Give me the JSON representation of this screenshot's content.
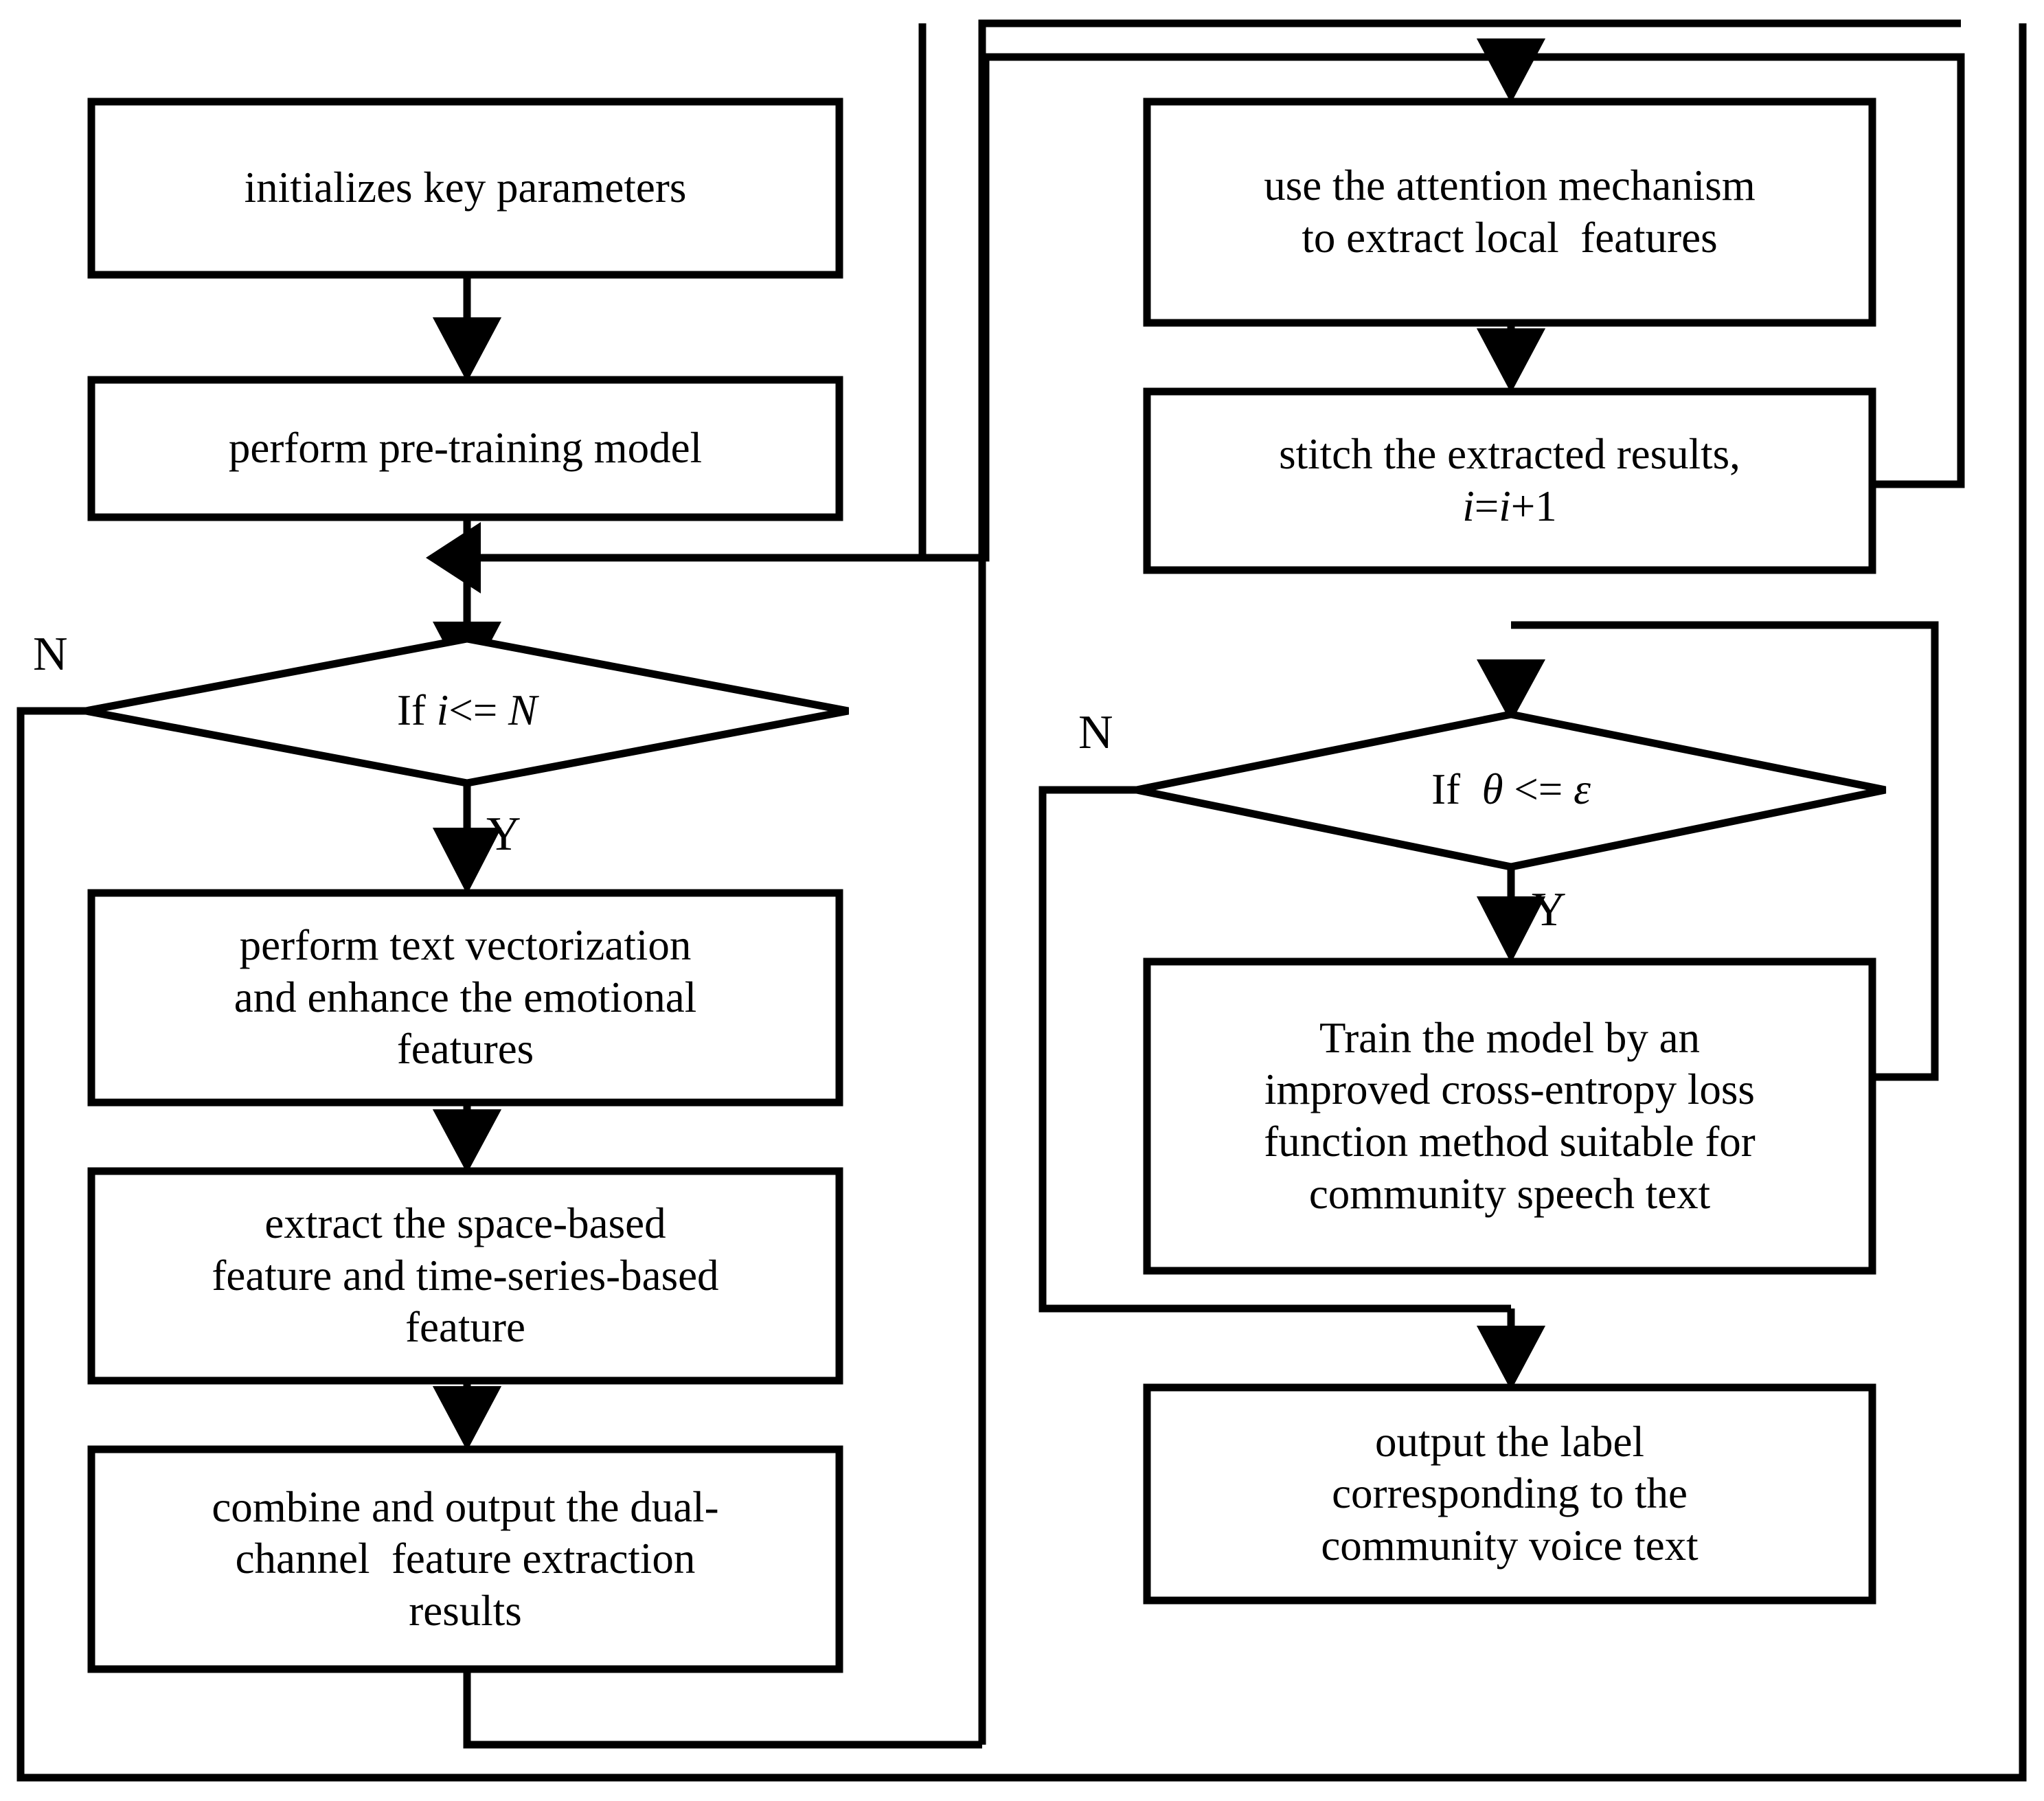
{
  "diagram": {
    "type": "flowchart",
    "title": "",
    "stroke_color": "#000000",
    "background_color": "#ffffff",
    "nodes": [
      {
        "id": "init",
        "shape": "process",
        "label": "initializes key parameters",
        "lines": [
          "initializes key parameters"
        ]
      },
      {
        "id": "pretrain",
        "shape": "process",
        "label": "perform pre-training model",
        "lines": [
          "perform pre-training model"
        ]
      },
      {
        "id": "cond_i",
        "shape": "decision",
        "label": "If i<= N",
        "prefix": "If ",
        "var_a": "i",
        "operator": "<= ",
        "var_b": "N"
      },
      {
        "id": "vectorize",
        "shape": "process",
        "label": "perform text vectorization and enhance the emotional features",
        "lines": [
          "perform text vectorization",
          "and enhance the emotional",
          "features"
        ]
      },
      {
        "id": "extract",
        "shape": "process",
        "label": "extract the space-based feature and time-series-based feature",
        "lines": [
          "extract the space-based",
          "feature and time-series-based",
          "feature"
        ]
      },
      {
        "id": "combine",
        "shape": "process",
        "label": "combine and output the dual-channel  feature extraction results",
        "lines": [
          "combine and output the dual-",
          "channel  feature extraction",
          "results"
        ]
      },
      {
        "id": "attention",
        "shape": "process",
        "label": "use the attention mechanism to extract local features",
        "lines": [
          "use the attention mechanism",
          "to extract local  features"
        ]
      },
      {
        "id": "stitch",
        "shape": "process",
        "label": "stitch the extracted results, i=i+1",
        "lines": [
          "stitch the extracted results,"
        ],
        "line2_italic": "i",
        "line2_rest": "=",
        "line2_italic2": "i",
        "line2_tail": "+1"
      },
      {
        "id": "cond_theta",
        "shape": "decision",
        "label": "If  θ <= ε",
        "prefix": "If  ",
        "var_a": "θ",
        "operator": " <= ",
        "var_b": "ε"
      },
      {
        "id": "train",
        "shape": "process",
        "label": "Train the model by an improved cross-entropy loss function method suitable for community speech text",
        "lines": [
          "Train the model by an",
          "improved cross-entropy loss",
          "function method suitable for",
          "community speech text"
        ]
      },
      {
        "id": "output",
        "shape": "process",
        "label": "output the label corresponding to the community voice text",
        "lines": [
          "output the label",
          "corresponding to the",
          "community voice text"
        ]
      }
    ],
    "branch_labels": [
      {
        "id": "cond_i_no",
        "text": "N"
      },
      {
        "id": "cond_i_yes",
        "text": "Y"
      },
      {
        "id": "cond_theta_no",
        "text": "N"
      },
      {
        "id": "cond_theta_yes",
        "text": "Y"
      }
    ],
    "edges": [
      {
        "from": "init",
        "to": "pretrain",
        "label": ""
      },
      {
        "from": "pretrain",
        "to": "cond_i",
        "label": ""
      },
      {
        "from": "cond_i",
        "to": "vectorize",
        "label": "Y"
      },
      {
        "from": "cond_i",
        "to": "loop_back_bottom",
        "label": "N"
      },
      {
        "from": "vectorize",
        "to": "extract",
        "label": ""
      },
      {
        "from": "extract",
        "to": "combine",
        "label": ""
      },
      {
        "from": "combine",
        "to": "attention",
        "label": ""
      },
      {
        "from": "attention",
        "to": "stitch",
        "label": ""
      },
      {
        "from": "stitch",
        "to": "cond_i",
        "label": ""
      },
      {
        "from": "cond_i_no_path",
        "to": "cond_theta",
        "label": ""
      },
      {
        "from": "cond_theta",
        "to": "train",
        "label": "Y"
      },
      {
        "from": "cond_theta",
        "to": "output",
        "label": "N"
      },
      {
        "from": "train",
        "to": "cond_theta",
        "label": ""
      }
    ]
  }
}
